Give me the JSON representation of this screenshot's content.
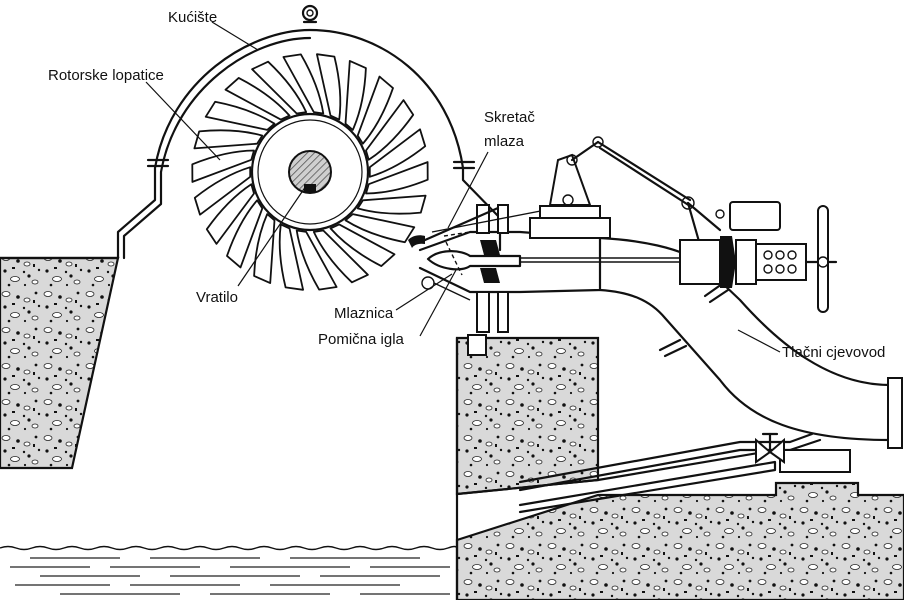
{
  "diagram": {
    "labels": {
      "casing": "Kućište",
      "runner_blades": "Rotorske lopatice",
      "jet_deflector_line1": "Skretač",
      "jet_deflector_line2": "mlaza",
      "shaft": "Vratilo",
      "nozzle": "Mlaznica",
      "needle": "Pomična igla",
      "penstock": "Tlačni cjevovod"
    },
    "colors": {
      "outline": "#111111",
      "concrete_fill": "#d9d9d9",
      "shaft_hatch": "#8a8a8a",
      "background": "#ffffff"
    },
    "icons": [
      "lifting-eye-icon",
      "valve-icon",
      "handwheel-icon"
    ]
  }
}
